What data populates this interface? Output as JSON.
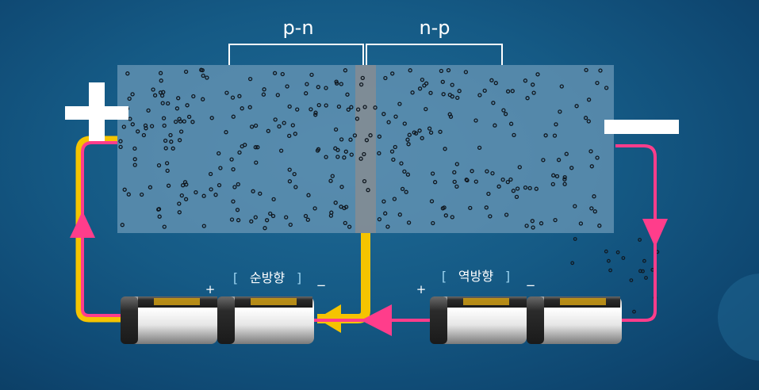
{
  "labels": {
    "pn": "p-n",
    "np": "n-p",
    "left_terminal": "+",
    "right_terminal": "−"
  },
  "battery_left": {
    "bracket_open": "[",
    "caption": "순방향",
    "bracket_close": "]",
    "plus": "+",
    "minus": "−"
  },
  "battery_right": {
    "bracket_open": "[",
    "caption": "역방향",
    "bracket_close": "]",
    "plus": "+",
    "minus": "−"
  },
  "colors": {
    "background": "#155a85",
    "crystal": "#5f8fae",
    "junction": "#7d8a92",
    "forward_current": "#f5c400",
    "reverse_current": "#ff3d8b",
    "battery_band": "#3a3a3a",
    "battery_body": "#f2f2f2"
  },
  "icons": {
    "left_terminal": "plus-sign-icon",
    "right_terminal": "minus-sign-icon",
    "arrows": "arrowhead-icon"
  }
}
